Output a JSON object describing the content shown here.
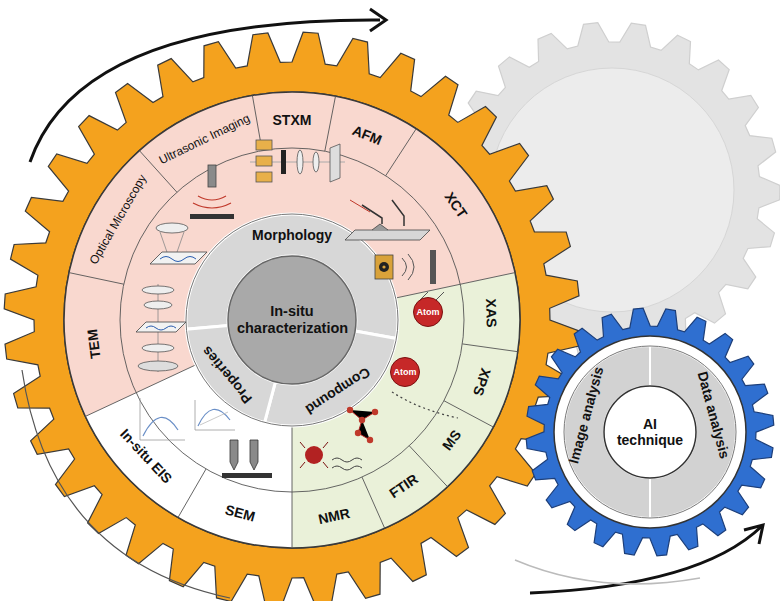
{
  "diagram": {
    "nodes": [
      {
        "text": [
          "In-situ characterization"
        ]
      },
      {
        "text": [
          "Morphology"
        ]
      },
      {
        "text": [
          "Compound"
        ]
      },
      {
        "text": [
          "Properties"
        ]
      },
      {
        "text": [
          "Atom"
        ]
      },
      {
        "text": [
          "Atom"
        ]
      },
      {
        "text": [
          "AI technique"
        ]
      },
      {
        "text": [
          "Image analysis"
        ]
      },
      {
        "text": [
          "Data analysis"
        ]
      }
    ],
    "labels": [
      "STXM",
      "AFM",
      "XCT",
      "XAS",
      "XPS",
      "MS",
      "FTIR",
      "NMR",
      "SEM",
      "In-situ EIS",
      "TEM",
      "Optical Microscopy",
      "Ultrasonic Imaging"
    ]
  }
}
